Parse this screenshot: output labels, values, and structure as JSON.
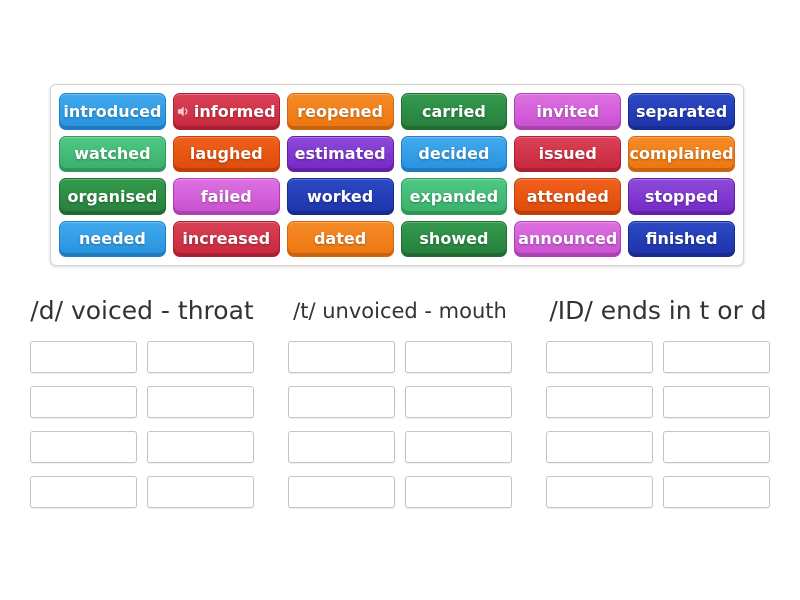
{
  "word_bank": {
    "tiles": [
      {
        "label": "introduced",
        "color": "blue"
      },
      {
        "label": "informed",
        "color": "crimson",
        "audio_icon": true
      },
      {
        "label": "reopened",
        "color": "orange"
      },
      {
        "label": "carried",
        "color": "green"
      },
      {
        "label": "invited",
        "color": "orchid"
      },
      {
        "label": "separated",
        "color": "navy"
      },
      {
        "label": "watched",
        "color": "seagreen"
      },
      {
        "label": "laughed",
        "color": "orangered"
      },
      {
        "label": "estimated",
        "color": "purple"
      },
      {
        "label": "decided",
        "color": "blue"
      },
      {
        "label": "issued",
        "color": "crimson"
      },
      {
        "label": "complained",
        "color": "orange"
      },
      {
        "label": "organised",
        "color": "green"
      },
      {
        "label": "failed",
        "color": "orchid"
      },
      {
        "label": "worked",
        "color": "navy"
      },
      {
        "label": "expanded",
        "color": "seagreen"
      },
      {
        "label": "attended",
        "color": "orangered"
      },
      {
        "label": "stopped",
        "color": "purple"
      },
      {
        "label": "needed",
        "color": "blue"
      },
      {
        "label": "increased",
        "color": "crimson"
      },
      {
        "label": "dated",
        "color": "orange"
      },
      {
        "label": "showed",
        "color": "green"
      },
      {
        "label": "announced",
        "color": "orchid"
      },
      {
        "label": "finished",
        "color": "navy"
      }
    ]
  },
  "categories": [
    {
      "title": "/d/ voiced - throat",
      "slot_rows": 4,
      "slot_cols": 2
    },
    {
      "title": "/t/ unvoiced - mouth",
      "slot_rows": 4,
      "slot_cols": 2
    },
    {
      "title": "/ID/ ends in t or d",
      "slot_rows": 4,
      "slot_cols": 2
    }
  ],
  "palette": {
    "blue": {
      "top": "#41a9ee",
      "base": "#2792de",
      "border": "#1f7fca"
    },
    "crimson": {
      "top": "#da4156",
      "base": "#c8273c",
      "border": "#ad1f32"
    },
    "orange": {
      "top": "#f68b28",
      "base": "#ec7610",
      "border": "#d3680c"
    },
    "green": {
      "top": "#339a4d",
      "base": "#277f3c",
      "border": "#1e6e32"
    },
    "seagreen": {
      "top": "#4fc884",
      "base": "#38b06b",
      "border": "#2c9c5c"
    },
    "orangered": {
      "top": "#f0601c",
      "base": "#de4a0a",
      "border": "#c24109"
    },
    "purple": {
      "top": "#8d4ad9",
      "base": "#7528c5",
      "border": "#6120a8"
    },
    "orchid": {
      "top": "#dd72e1",
      "base": "#c94fd0",
      "border": "#b23cba"
    },
    "navy": {
      "top": "#2c49c5",
      "base": "#1d33a9",
      "border": "#162a90"
    }
  }
}
